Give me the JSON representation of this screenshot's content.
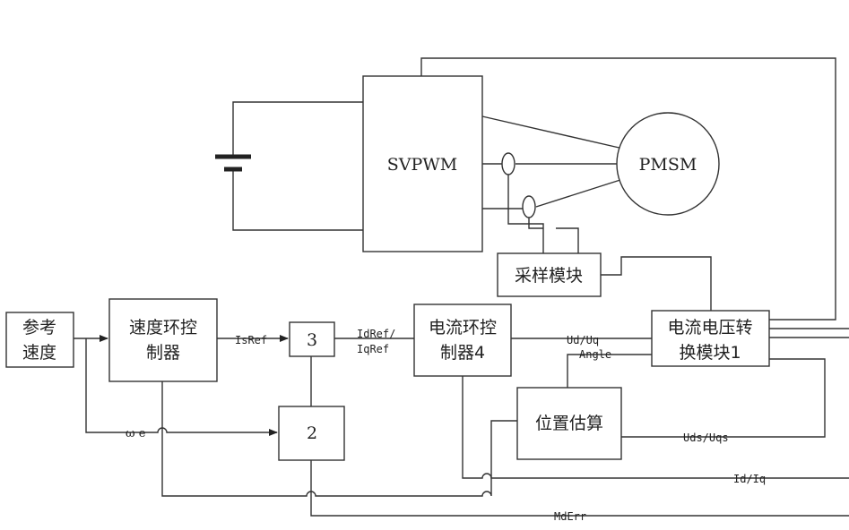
{
  "blocks": {
    "svpwm": "SVPWM",
    "pmsm": "PMSM",
    "sampling": "采样模块",
    "ref_speed_1": "参考",
    "ref_speed_2": "速度",
    "speed_ctrl_1": "速度环控",
    "speed_ctrl_2": "制器",
    "block3": "3",
    "block2": "2",
    "current_ctrl_1": "电流环控",
    "current_ctrl_2": "制器4",
    "cv_convert_1": "电流电压转",
    "cv_convert_2": "换模块1",
    "position_est": "位置估算"
  },
  "signals": {
    "isref": "IsRef",
    "idref": "IdRef/",
    "iqref": "IqRef",
    "ud_uq": "Ud/Uq",
    "angle": "Angle",
    "omega_e": "ω e",
    "uds_uqs": "Uds/Uqs",
    "id_iq": "Id/Iq",
    "mderr": "MdErr"
  },
  "colors": {
    "line": "#333333",
    "text": "#222222"
  }
}
